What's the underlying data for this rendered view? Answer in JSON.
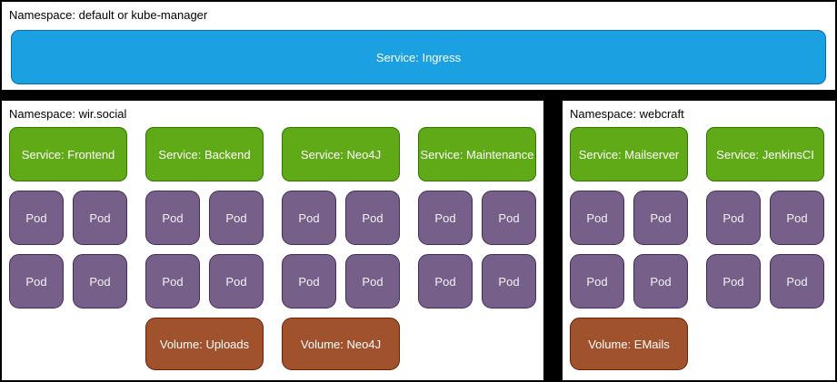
{
  "colors": {
    "ingress_fill": "#1ba1e2",
    "ingress_stroke": "#006eaf",
    "service_fill": "#60a917",
    "service_stroke": "#2d7600",
    "pod_fill": "#76608a",
    "pod_stroke": "#432d57",
    "volume_fill": "#a0522d",
    "volume_stroke": "#6d1f00"
  },
  "top": {
    "namespace_label": "Namespace: default or kube-manager",
    "ingress_label": "Service: Ingress"
  },
  "wir_social": {
    "namespace_label": "Namespace: wir.social",
    "groups": [
      {
        "service": "Service: Frontend",
        "pods": [
          "Pod",
          "Pod",
          "Pod",
          "Pod"
        ]
      },
      {
        "service": "Service: Backend",
        "pods": [
          "Pod",
          "Pod",
          "Pod",
          "Pod"
        ],
        "volume": "Volume: Uploads"
      },
      {
        "service": "Service: Neo4J",
        "pods": [
          "Pod",
          "Pod",
          "Pod",
          "Pod"
        ],
        "volume": "Volume: Neo4J"
      },
      {
        "service": "Service: Maintenance",
        "pods": [
          "Pod",
          "Pod",
          "Pod",
          "Pod"
        ]
      }
    ]
  },
  "webcraft": {
    "namespace_label": "Namespace: webcraft",
    "groups": [
      {
        "service": "Service: Mailserver",
        "pods": [
          "Pod",
          "Pod",
          "Pod",
          "Pod"
        ],
        "volume": "Volume: EMails"
      },
      {
        "service": "Service: JenkinsCI",
        "pods": [
          "Pod",
          "Pod",
          "Pod",
          "Pod"
        ]
      }
    ]
  }
}
